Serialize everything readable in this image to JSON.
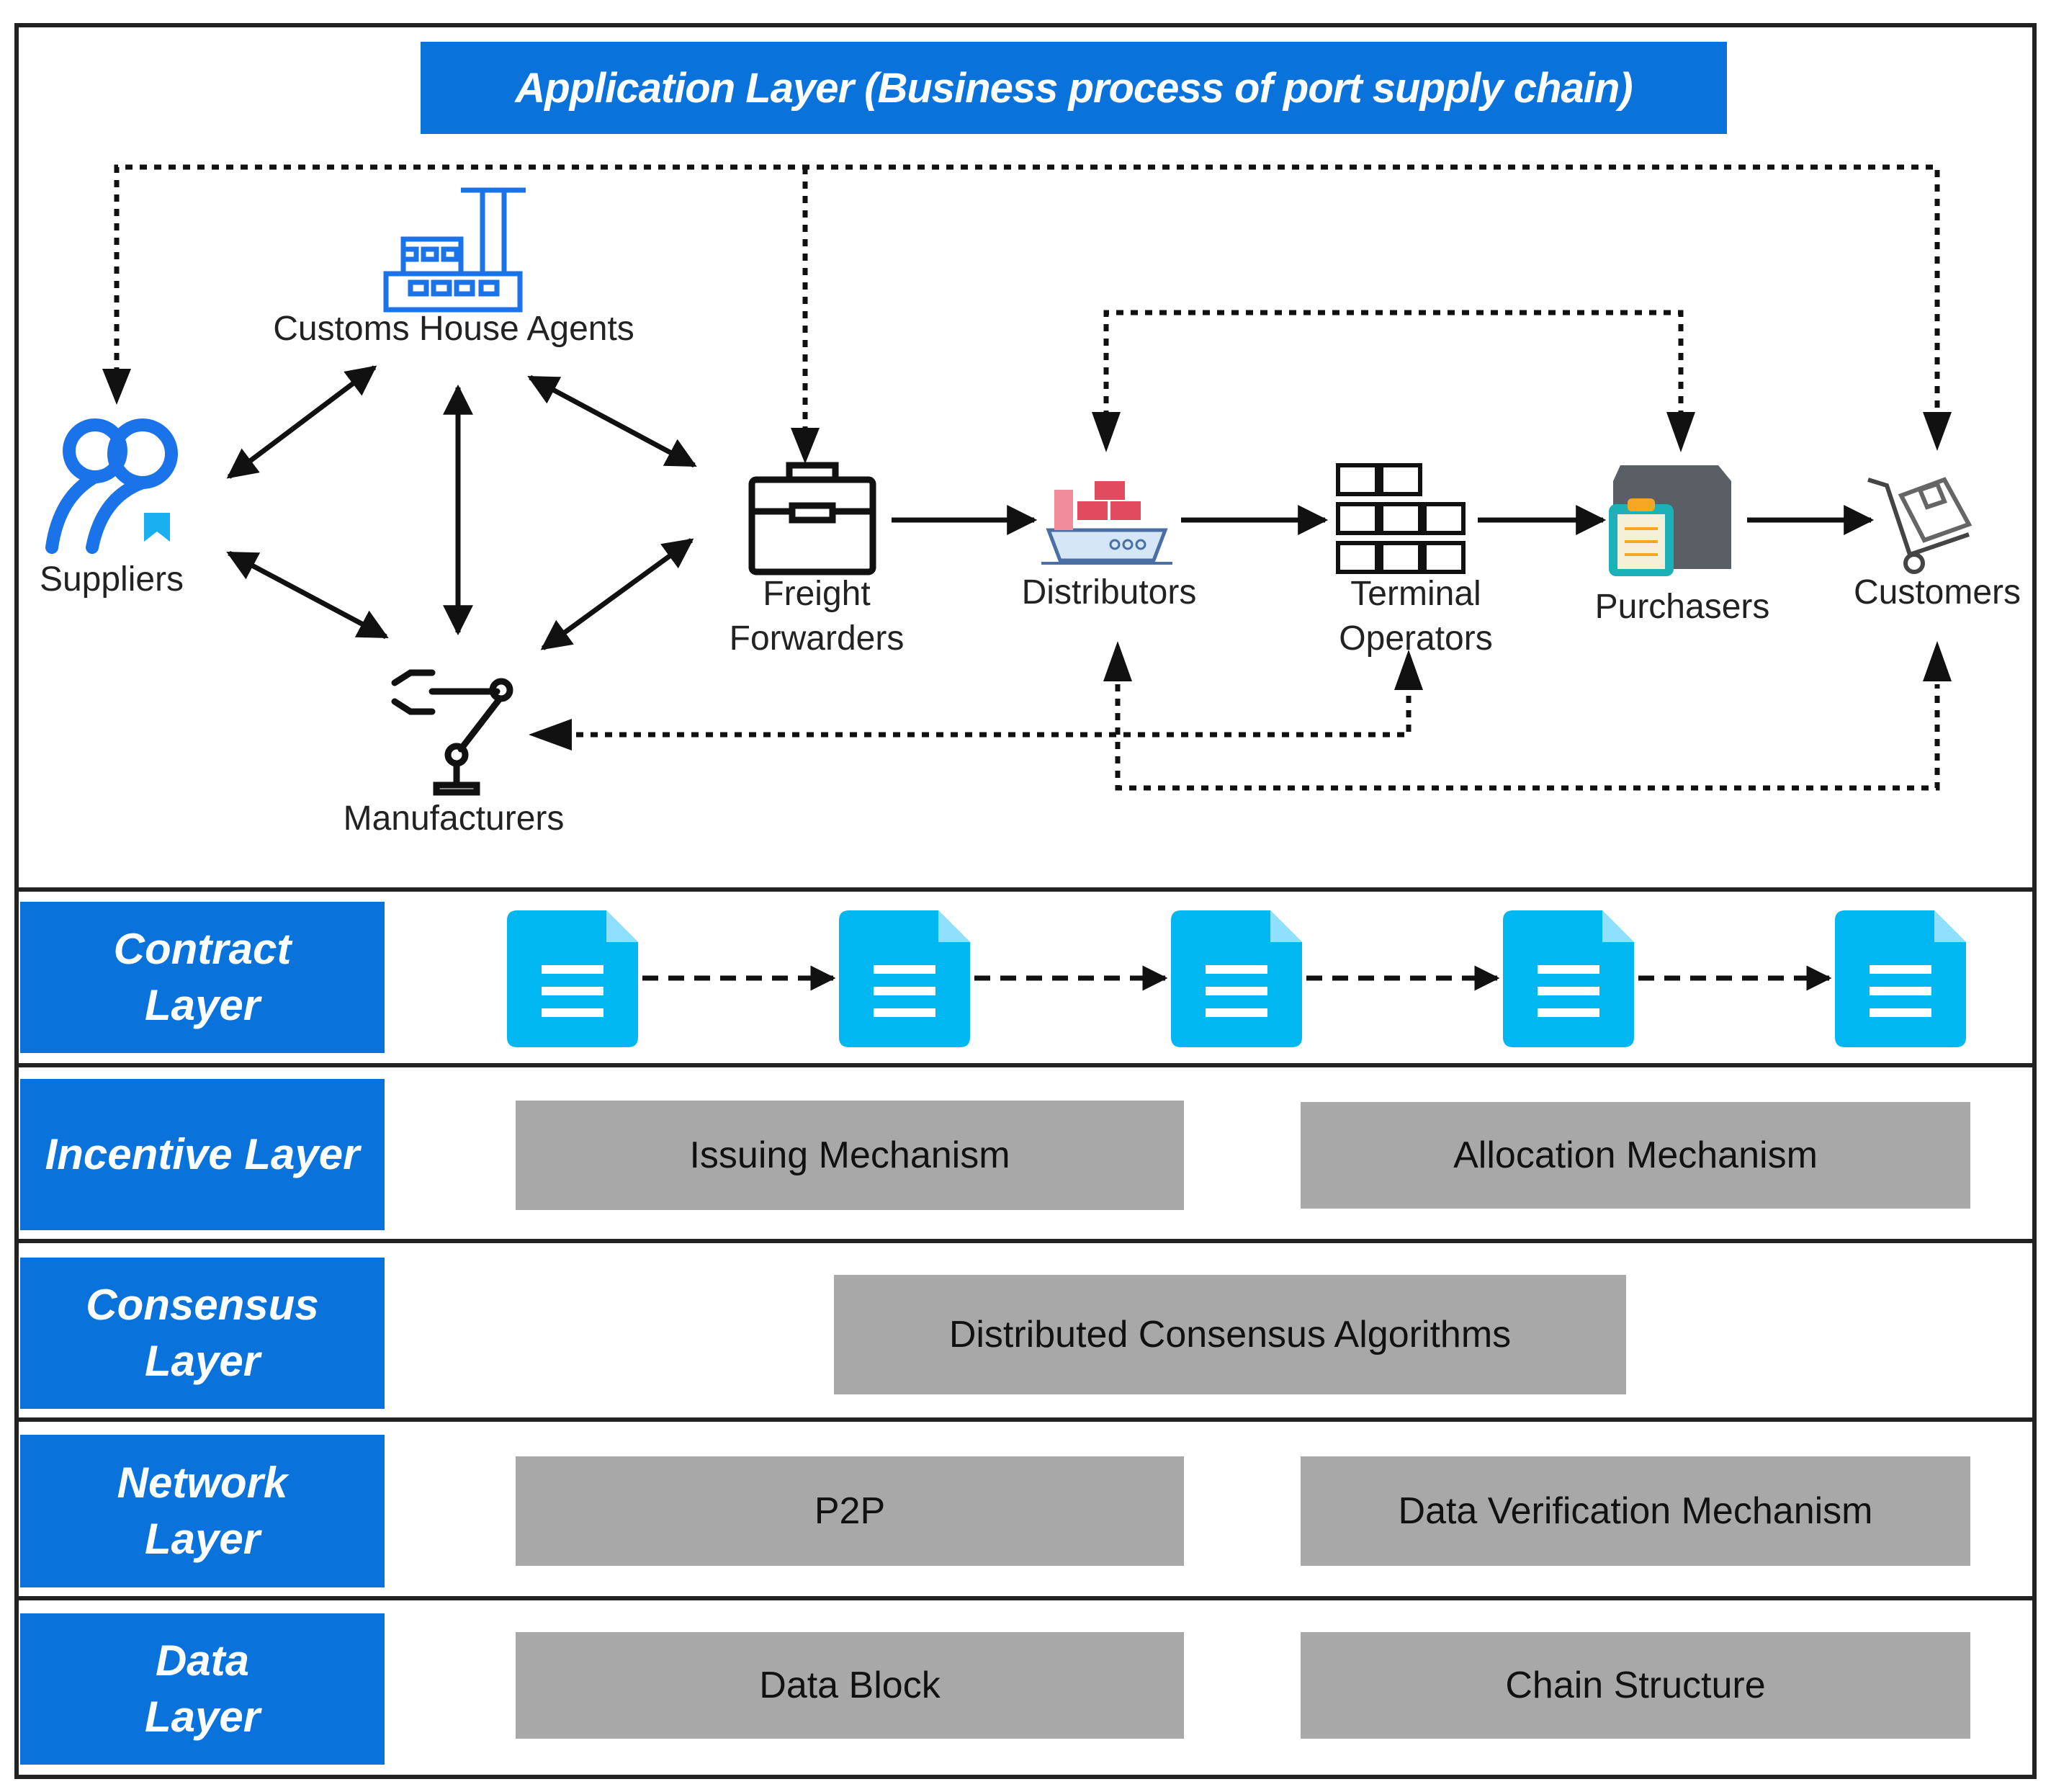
{
  "application_layer": {
    "title": "Application Layer (Business process of port supply chain)",
    "nodes": {
      "suppliers": "Suppliers",
      "customs": "Customs House Agents",
      "manufacturers": "Manufacturers",
      "freight": "Freight\nForwarders",
      "distributors": "Distributors",
      "terminal": "Terminal\nOperators",
      "purchasers": "Purchasers",
      "customers": "Customers"
    }
  },
  "layers": {
    "contract": {
      "name": "Contract\nLayer",
      "documents": 5
    },
    "incentive": {
      "name": "Incentive Layer",
      "boxes": [
        "Issuing Mechanism",
        "Allocation Mechanism"
      ]
    },
    "consensus": {
      "name": "Consensus\nLayer",
      "boxes": [
        "Distributed Consensus Algorithms"
      ]
    },
    "network": {
      "name": "Network\nLayer",
      "boxes": [
        "P2P",
        "Data Verification Mechanism"
      ]
    },
    "data": {
      "name": "Data\nLayer",
      "boxes": [
        "Data Block",
        "Chain Structure"
      ]
    }
  },
  "colors": {
    "layer_blue": "#0a73db",
    "doc_cyan": "#00b7f1",
    "box_gray": "#a8a8a8",
    "icon_blue": "#1a73e8"
  }
}
